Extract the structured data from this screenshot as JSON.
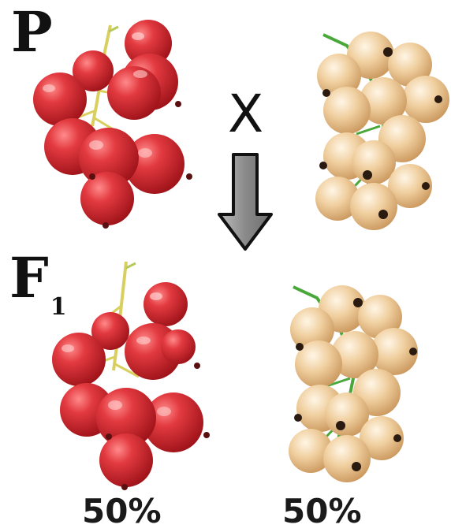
{
  "parent_label": "P",
  "offspring_label": "F",
  "offspring_subscript": "1",
  "cross_symbol": "X",
  "ratios": {
    "red": "50%",
    "white": "50%"
  },
  "colors": {
    "red_berry": "#d42a32",
    "white_berry": "#edc99a",
    "stem_red": "#d9cf5e",
    "stem_white": "#4aa83a",
    "arrow": "#8c8c8c"
  }
}
